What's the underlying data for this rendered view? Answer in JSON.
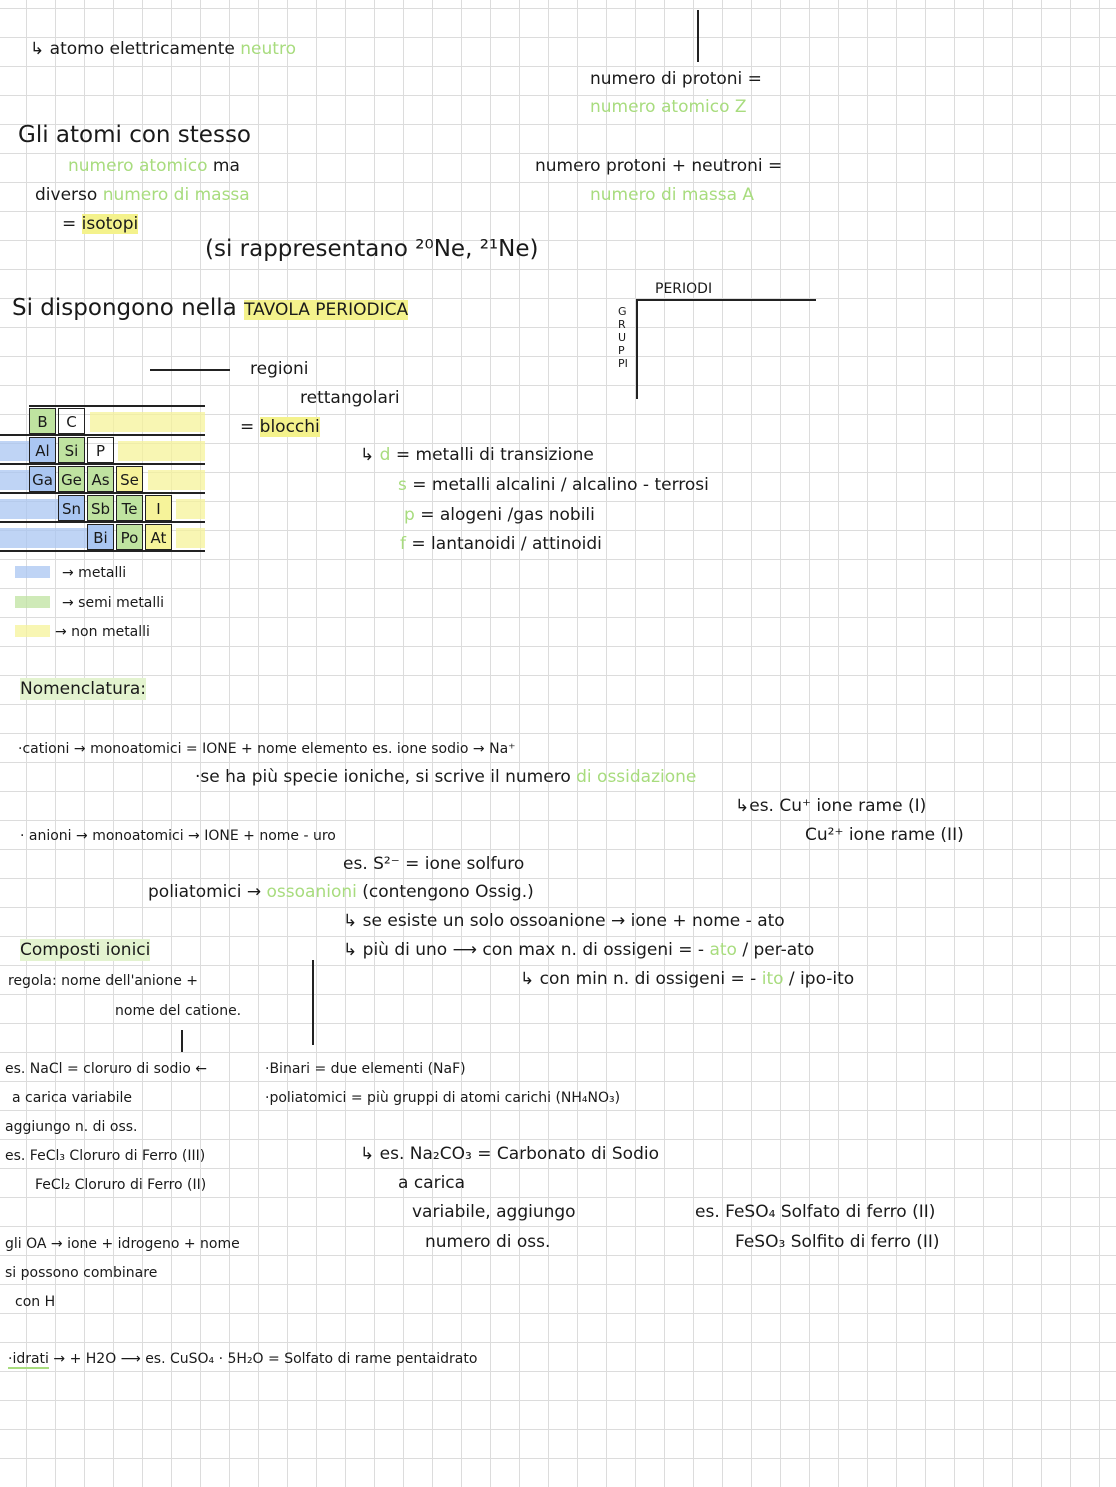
{
  "atom": {
    "l1": "↳ atomo elettricamente ",
    "l1g": "neutro",
    "protoni": "numero di protoni =",
    "z": "numero atomico Z"
  },
  "isotopi": {
    "l1": "Gli atomi con stesso",
    "l2g": "numero atomico",
    "l2": " ma",
    "l3": "diverso ",
    "l3g": "numero di massa",
    "l4": "= ",
    "l4h": "isotopi",
    "l5": "(si rappresentano ²⁰Ne, ²¹Ne)",
    "pn": "numero protoni + neutroni =",
    "a": "numero di massa A"
  },
  "tavola": {
    "l1": "Si dispongono nella ",
    "l1h": "TAVOLA PERIODICA",
    "periodi": "PERIODI",
    "gruppi": "GRUPPI",
    "regioni": "regioni",
    "rett": "rettangolari",
    "blocchi_eq": "= ",
    "blocchi": "blocchi",
    "blocks": [
      {
        "k": "d",
        "v": " = metalli di transizione"
      },
      {
        "k": "s",
        "v": " = metalli alcalini / alcalino - terrosi"
      },
      {
        "k": "p",
        "v": " = alogeni /gas nobili"
      },
      {
        "k": "f",
        "v": " = lantanoidi / attinoidi"
      }
    ],
    "elements": [
      "B",
      "C",
      "Al",
      "Si",
      "P",
      "Ga",
      "Ge",
      "As",
      "Se",
      "Sn",
      "Sb",
      "Te",
      "I",
      "Bi",
      "Po",
      "At"
    ],
    "legend": [
      "→ metalli",
      "→ semi metalli",
      "→ non metalli"
    ],
    "legend_colors": [
      "#aac6f2",
      "#bfe3a0",
      "#f6f39a"
    ]
  },
  "nomenclatura": {
    "title": "Nomenclatura:",
    "l1": "·cationi → monoatomici = IONE + nome elemento    es. ione sodio → Na⁺",
    "l2": "·se ha più specie ioniche, si scrive il numero ",
    "l2g": "di ossidazione",
    "l3": "↳es. Cu⁺ ione rame (I)",
    "l4": "· anioni → monoatomici → IONE + nome - uro",
    "l4b": "Cu²⁺ ione rame (II)",
    "l5": "es. S²⁻ = ione solfuro",
    "l6": "poliatomici → ",
    "l6g": "ossoanioni",
    "l6b": " (contengono Ossig.)",
    "l7": "↳ se esiste un solo ossoanione → ione + nome - ato",
    "l8": "↳ più di uno ⟶ con max n. di ossigeni = - ",
    "l8g": "ato",
    "l8b": " / per-ato",
    "l9": "↳ con min n. di ossigeni = - ",
    "l9g": "ito",
    "l9b": " / ipo-ito"
  },
  "composti": {
    "title": "Composti ionici",
    "r1": "regola: nome dell'anione +",
    "r2": "nome del catione.",
    "a1": "es. NaCl = cloruro di sodio ←",
    "a2": "a carica variabile",
    "a3": "aggiungo n. di oss.",
    "a4": "es. FeCl₃ Cloruro di Ferro (III)",
    "a5": "FeCl₂ Cloruro di Ferro (II)",
    "b1": "·Binari = due elementi (NaF)",
    "b2": "·poliatomici = più gruppi di atomi carichi (NH₄NO₃)",
    "c1": "↳ es. Na₂CO₃ = Carbonato di Sodio",
    "c2": "a carica",
    "c3": "variabile, aggiungo",
    "c4": "numero di oss.",
    "d1": "es. FeSO₄   Solfato di ferro (II)",
    "d2": "FeSO₃   Solfito di ferro (II)",
    "oa1": "gli OA → ione + idrogeno + nome",
    "oa2": "si possono combinare",
    "oa3": "con H",
    "idr": "·idrati",
    "idr2": " → + H2O ⟶  es. CuSO₄ · 5H₂O = Solfato di rame pentaidrato"
  }
}
